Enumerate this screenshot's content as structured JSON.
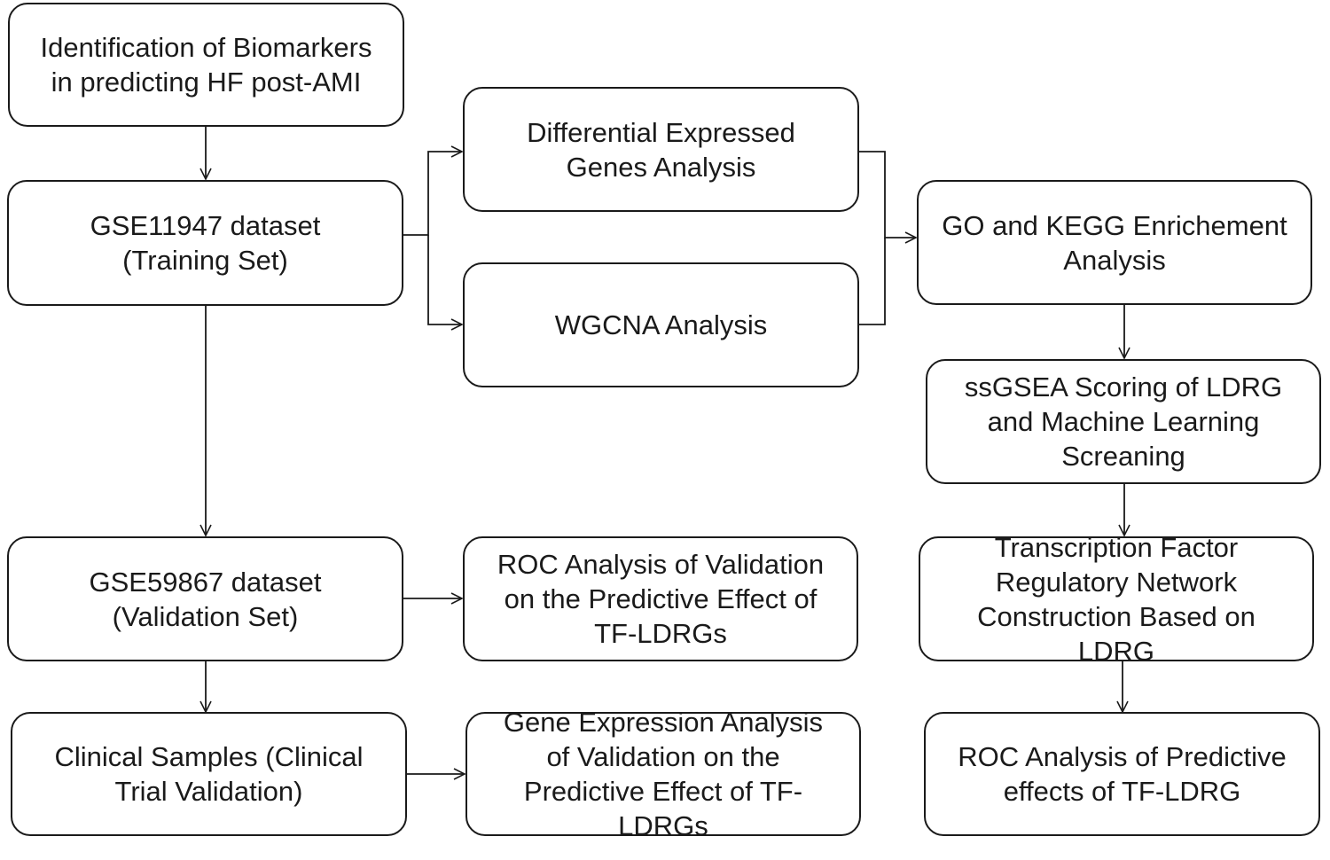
{
  "flowchart": {
    "nodes": {
      "start": "Identification of Biomarkers\nin predicting HF post-AMI",
      "train": "GSE11947 dataset\n(Training Set)",
      "deg": "Differential Expressed\nGenes Analysis",
      "wgcna": "WGCNA Analysis",
      "go_kegg": "GO and KEGG Enrichement\nAnalysis",
      "ssgsea": "ssGSEA Scoring of LDRG\nand Machine Learning\nScreaning",
      "valid": "GSE59867 dataset\n(Validation Set)",
      "roc_valid": "ROC Analysis of Validation\non the Predictive Effect of\nTF-LDRGs",
      "tf_network": "Transcription Factor\nRegulatory Network\nConstruction Based on\nLDRG",
      "clinical": "Clinical Samples (Clinical\nTrial Validation)",
      "gene_expr": "Gene Expression Analysis\nof Validation on the\nPredictive Effect of TF-\nLDRGs",
      "roc_pred": "ROC Analysis of Predictive\neffects of TF-LDRG"
    },
    "edges": [
      {
        "from": "start",
        "to": "train"
      },
      {
        "from": "train",
        "to": "deg"
      },
      {
        "from": "train",
        "to": "wgcna"
      },
      {
        "from": "deg",
        "to": "go_kegg"
      },
      {
        "from": "wgcna",
        "to": "go_kegg"
      },
      {
        "from": "go_kegg",
        "to": "ssgsea"
      },
      {
        "from": "ssgsea",
        "to": "tf_network"
      },
      {
        "from": "tf_network",
        "to": "roc_pred"
      },
      {
        "from": "train",
        "to": "valid"
      },
      {
        "from": "valid",
        "to": "roc_valid"
      },
      {
        "from": "valid",
        "to": "clinical"
      },
      {
        "from": "clinical",
        "to": "gene_expr"
      }
    ]
  }
}
